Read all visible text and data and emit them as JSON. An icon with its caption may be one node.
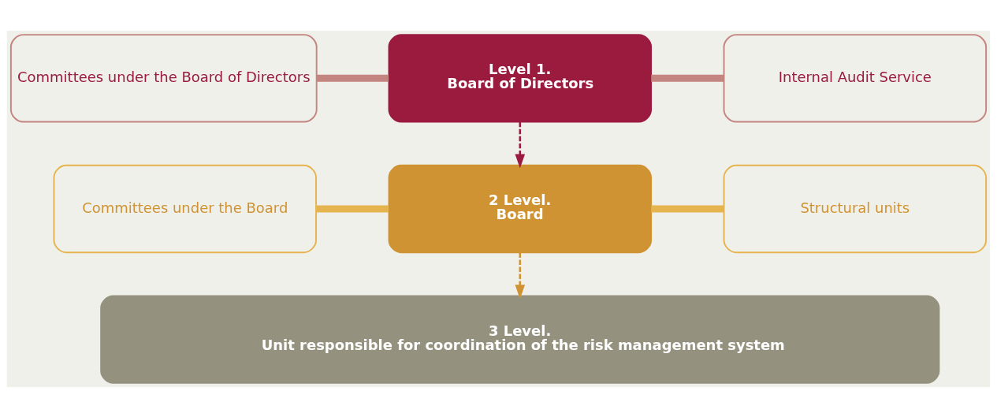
{
  "diagram": {
    "nodes": [
      {
        "text": [
          "Committees under the Board of Directors"
        ]
      },
      {
        "text": [
          "Level 1.",
          "Board of Directors"
        ]
      },
      {
        "text": [
          "Internal Audit Service"
        ]
      },
      {
        "text": [
          "Committees under the Board"
        ]
      },
      {
        "text": [
          "2 Level.",
          "Board"
        ]
      },
      {
        "text": [
          "Structural units"
        ]
      },
      {
        "text": [
          "3 Level.",
          "Unit responsible for coordination of the risk management system"
        ]
      }
    ],
    "edges": [
      {
        "from": 0,
        "to": 1,
        "arrow": "none",
        "color": "#c48480"
      },
      {
        "from": 1,
        "to": 2,
        "arrow": "none",
        "color": "#c48480"
      },
      {
        "from": 1,
        "to": 4,
        "arrow": "to",
        "style": "dashed",
        "color": "#9b1b3e"
      },
      {
        "from": 3,
        "to": 4,
        "arrow": "none",
        "color": "#e6b44f"
      },
      {
        "from": 4,
        "to": 5,
        "arrow": "none",
        "color": "#e6b44f"
      },
      {
        "from": 4,
        "to": 6,
        "arrow": "to",
        "style": "dashed",
        "color": "#cf9333"
      }
    ]
  }
}
